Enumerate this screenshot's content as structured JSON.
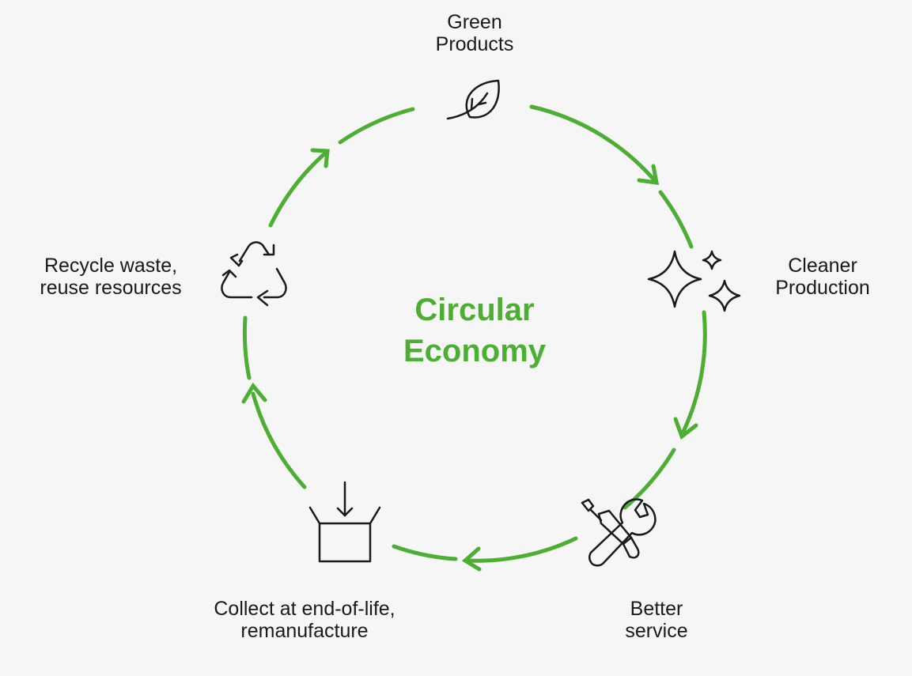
{
  "colors": {
    "background": "#f6f6f6",
    "accent": "#4caf33",
    "icon_stroke": "#1a1a1a",
    "text": "#1a1a1a"
  },
  "title": {
    "line1": "Circular",
    "line2": "Economy"
  },
  "stages": [
    {
      "id": "green-products",
      "icon": "leaf-icon",
      "lines": [
        "Green",
        "Products"
      ]
    },
    {
      "id": "cleaner-production",
      "icon": "sparkle-icon",
      "lines": [
        "Cleaner",
        "Production"
      ]
    },
    {
      "id": "better-service",
      "icon": "tools-icon",
      "lines": [
        "Better",
        "service"
      ]
    },
    {
      "id": "collect-remanufacture",
      "icon": "box-collect-icon",
      "lines": [
        "Collect at end-of-life,",
        "remanufacture"
      ]
    },
    {
      "id": "recycle-reuse",
      "icon": "recycle-icon",
      "lines": [
        "Recycle waste,",
        "reuse resources"
      ]
    }
  ]
}
